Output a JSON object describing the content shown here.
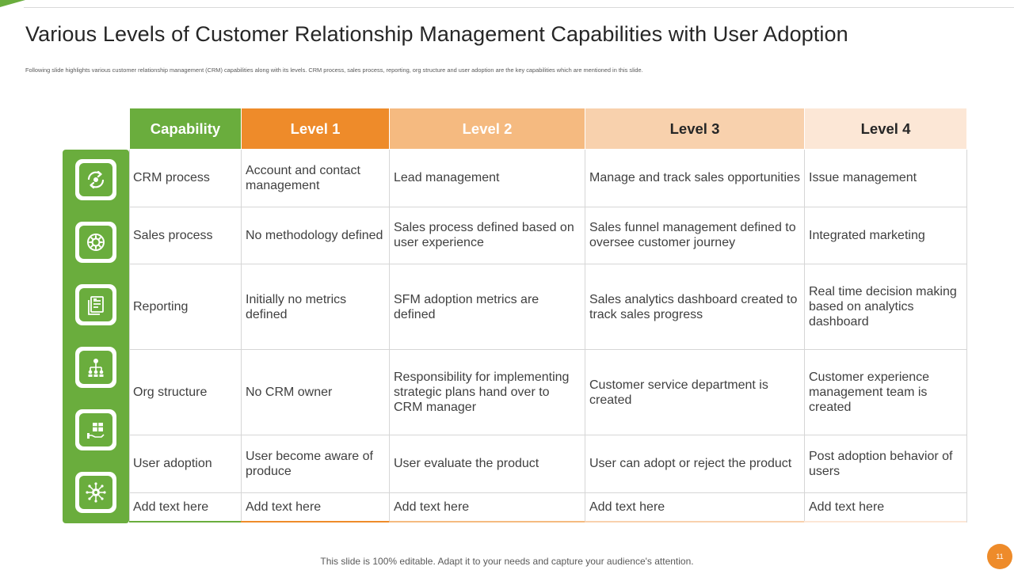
{
  "slide": {
    "title": "Various Levels of Customer Relationship Management Capabilities with User Adoption",
    "subtitle": "Following slide highlights various customer relationship management (CRM) capabilities along with its levels. CRM process, sales process, reporting, org structure and user adoption are the key capabilities which are mentioned in this slide.",
    "footer": "This slide is 100% editable. Adapt it to your needs and capture your audience's attention.",
    "page_number": "11"
  },
  "colors": {
    "accent_green": "#6aad3d",
    "level1": "#ee8b2a",
    "level2": "#f5ba80",
    "level3": "#f8d1ad",
    "level4": "#fce7d6"
  },
  "table": {
    "headers": [
      "Capability",
      "Level 1",
      "Level 2",
      "Level 3",
      "Level 4"
    ],
    "rows": [
      {
        "icon": "cycle-arrows-icon",
        "cells": [
          "CRM process",
          "Account and contact management",
          "Lead management",
          "Manage and track sales opportunities",
          "Issue management"
        ]
      },
      {
        "icon": "gear-cycle-icon",
        "cells": [
          "Sales process",
          "No methodology defined",
          "Sales process defined based on user experience",
          "Sales funnel management defined to oversee customer journey",
          "Integrated marketing"
        ]
      },
      {
        "icon": "report-document-icon",
        "cells": [
          "Reporting",
          "Initially no metrics defined",
          "SFM adoption metrics are defined",
          "Sales analytics dashboard created to track sales progress",
          "Real time decision making based on analytics dashboard"
        ]
      },
      {
        "icon": "org-chart-icon",
        "cells": [
          "Org structure",
          "No CRM owner",
          "Responsibility for implementing strategic plans hand over to CRM manager",
          "Customer service department is created",
          "Customer experience management team is created"
        ]
      },
      {
        "icon": "hand-gift-icon",
        "cells": [
          "User adoption",
          "User become aware of produce",
          "User evaluate the product",
          "User can adopt or reject the product",
          "Post adoption behavior of users"
        ]
      },
      {
        "icon": "network-gear-icon",
        "cells": [
          "Add text here",
          "Add text here",
          "Add text here",
          "Add text here",
          "Add text here"
        ]
      }
    ]
  }
}
